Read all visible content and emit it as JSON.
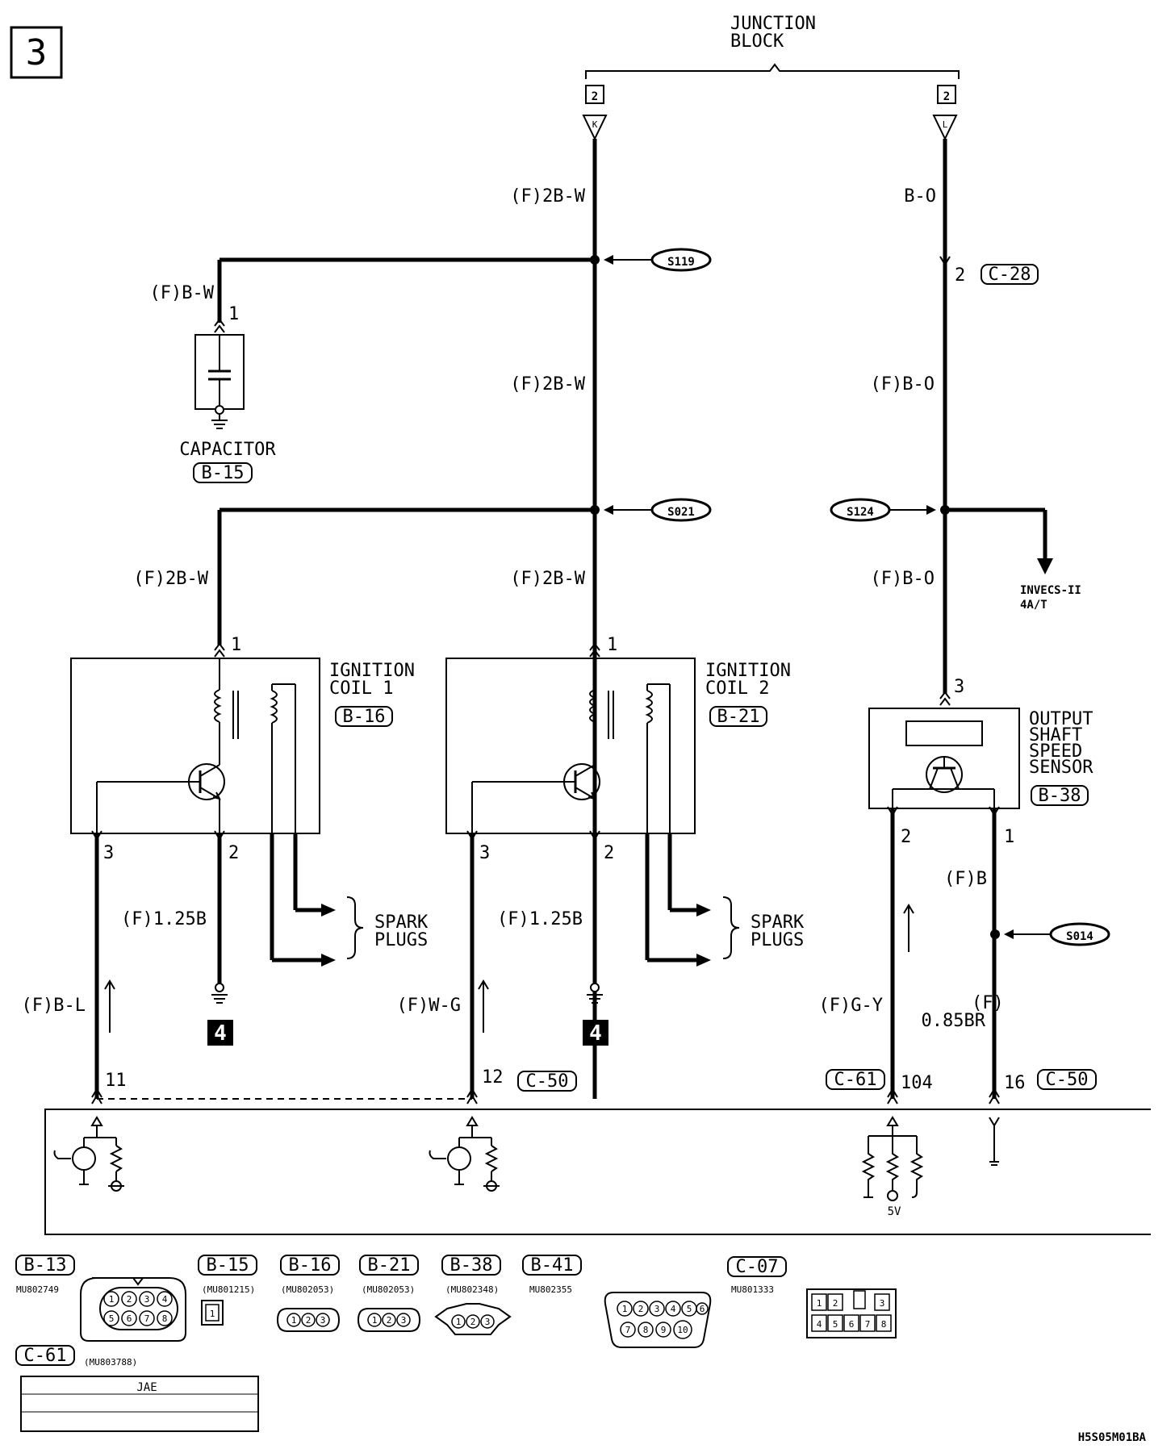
{
  "page_number": "3",
  "junction_block": {
    "line1": "JUNCTION",
    "line2": "BLOCK",
    "pin_box_left": "2",
    "pin_box_right": "2",
    "term_left": "K",
    "term_right": "L"
  },
  "wires": {
    "k_top": "(F)2B-W",
    "l_top": "B-O",
    "cap_feed": "(F)B-W",
    "k_mid": "(F)2B-W",
    "l_mid": "(F)B-O",
    "coil1_feed": "(F)2B-W",
    "coil2_feed": "(F)2B-W",
    "sensor_feed": "(F)B-O",
    "coil1_gnd": "(F)1.25B",
    "coil2_gnd": "(F)1.25B",
    "coil1_sig": "(F)B-L",
    "coil2_sig": "(F)W-G",
    "sensor_sig": "(F)G-Y",
    "sensor_gnd_top": "(F)B",
    "sensor_gnd_bottom_1": "(F)",
    "sensor_gnd_bottom_2": "0.85BR"
  },
  "splices": {
    "s119": "S119",
    "s021": "S021",
    "s124": "S124",
    "s014": "S014"
  },
  "connectors": {
    "c28": "C-28",
    "b15": "B-15",
    "b16": "B-16",
    "b21": "B-21",
    "b38": "B-38",
    "c50a": "C-50",
    "c61": "C-61",
    "c50b": "C-50"
  },
  "pins": {
    "l_c28": "2",
    "cap": "1",
    "coil1_1": "1",
    "coil2_1": "1",
    "sensor_3": "3",
    "coil1_3": "3",
    "coil1_2": "2",
    "coil2_3": "3",
    "coil2_2": "2",
    "sensor_2": "2",
    "sensor_1": "1",
    "ecu_11": "11",
    "ecu_12": "12",
    "ecu_104": "104",
    "ecu_16": "16"
  },
  "components": {
    "capacitor": "CAPACITOR",
    "coil1_l1": "IGNITION",
    "coil1_l2": "COIL 1",
    "coil2_l1": "IGNITION",
    "coil2_l2": "COIL 2",
    "sensor_l1": "OUTPUT",
    "sensor_l2": "SHAFT",
    "sensor_l3": "SPEED",
    "sensor_l4": "SENSOR",
    "spark1_l1": "SPARK",
    "spark1_l2": "PLUGS",
    "spark2_l1": "SPARK",
    "spark2_l2": "PLUGS",
    "invecs_l1": "INVECS-II",
    "invecs_l2": "4A/T",
    "ground_ref_1": "4",
    "ground_ref_2": "4",
    "ecu_5v": "5V"
  },
  "legend": {
    "b13": "B-13",
    "b13_part": "MU802749",
    "b15": "B-15",
    "b15_part": "(MU801215)",
    "b16": "B-16",
    "b16_part": "(MU802053)",
    "b21": "B-21",
    "b21_part": "(MU802053)",
    "b38": "B-38",
    "b38_part": "(MU802348)",
    "b41": "B-41",
    "b41_part": "MU802355",
    "c07": "C-07",
    "c07_part": "MU801333",
    "c61": "C-61",
    "c61_part": "(MU803788)",
    "c61_jae": "JAE"
  },
  "footer_code": "H5S05M01BA"
}
